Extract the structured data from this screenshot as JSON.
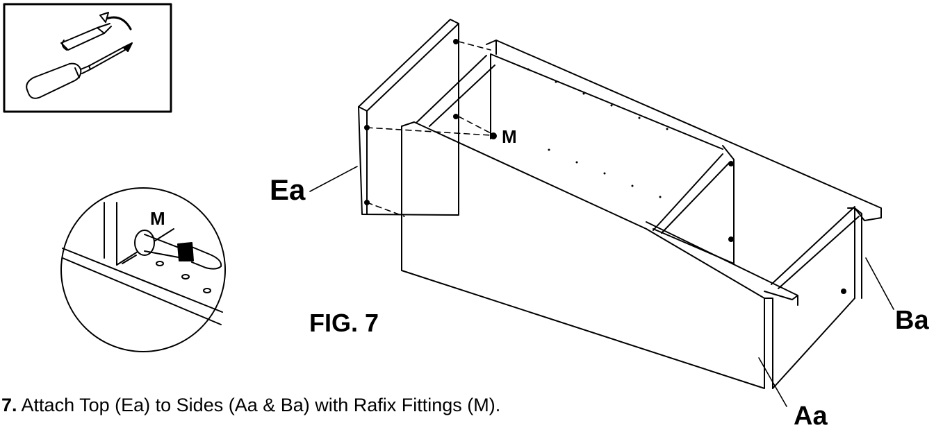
{
  "figure_label": "FIG. 7",
  "labels": {
    "top_panel": "Ea",
    "side_left": "Aa",
    "side_right": "Ba",
    "fitting": "M",
    "fitting_detail": "M"
  },
  "instruction": {
    "step_number": "7.",
    "text": "Attach Top (Ea) to Sides (Aa & Ba) with Rafix Fittings (M)."
  },
  "icons": [
    "screwdriver-tool-icon",
    "rafix-detail-icon"
  ],
  "colors": {
    "line": "#000000",
    "background": "#ffffff"
  }
}
